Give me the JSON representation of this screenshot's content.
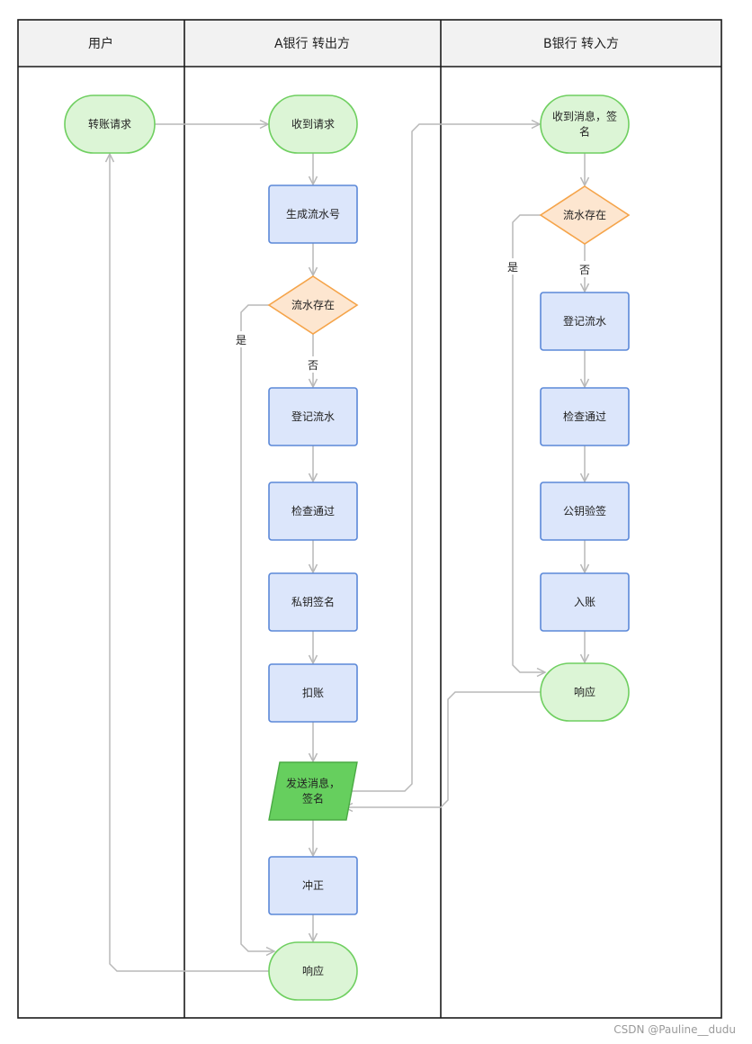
{
  "lanes": [
    {
      "id": "user",
      "title": "用户"
    },
    {
      "id": "bankA",
      "title": "A银行 转出方"
    },
    {
      "id": "bankB",
      "title": "B银行 转入方"
    }
  ],
  "nodes": {
    "u_request": {
      "text": [
        "转账请求"
      ],
      "type": "terminal"
    },
    "a_receive": {
      "text": [
        "收到请求"
      ],
      "type": "terminal"
    },
    "a_gen_serial": {
      "text": [
        "生成流水号"
      ],
      "type": "process"
    },
    "a_serial_exists": {
      "text": [
        "流水存在"
      ],
      "type": "decision"
    },
    "a_register": {
      "text": [
        "登记流水"
      ],
      "type": "process"
    },
    "a_check": {
      "text": [
        "检查通过"
      ],
      "type": "process"
    },
    "a_sign": {
      "text": [
        "私钥签名"
      ],
      "type": "process"
    },
    "a_debit": {
      "text": [
        "扣账"
      ],
      "type": "process"
    },
    "a_send": {
      "text": [
        "发送消息，",
        "签名"
      ],
      "type": "io"
    },
    "a_reverse": {
      "text": [
        "冲正"
      ],
      "type": "process"
    },
    "a_response": {
      "text": [
        "响应"
      ],
      "type": "terminal"
    },
    "b_receive": {
      "text": [
        "收到消息，签",
        "名"
      ],
      "type": "terminal"
    },
    "b_serial_exists": {
      "text": [
        "流水存在"
      ],
      "type": "decision"
    },
    "b_register": {
      "text": [
        "登记流水"
      ],
      "type": "process"
    },
    "b_check": {
      "text": [
        "检查通过"
      ],
      "type": "process"
    },
    "b_verify": {
      "text": [
        "公钥验签"
      ],
      "type": "process"
    },
    "b_credit": {
      "text": [
        "入账"
      ],
      "type": "process"
    },
    "b_response": {
      "text": [
        "响应"
      ],
      "type": "terminal"
    }
  },
  "edges": [
    {
      "id": "u_request-a_receive",
      "from": "u_request",
      "to": "a_receive"
    },
    {
      "id": "a_receive-a_gen_serial",
      "from": "a_receive",
      "to": "a_gen_serial"
    },
    {
      "id": "a_gen_serial-a_serial_exists",
      "from": "a_gen_serial",
      "to": "a_serial_exists"
    },
    {
      "id": "a_serial_exists-a_register",
      "from": "a_serial_exists",
      "to": "a_register",
      "label": "否"
    },
    {
      "id": "a_serial_exists-a_response",
      "from": "a_serial_exists",
      "to": "a_response",
      "label": "是"
    },
    {
      "id": "a_register-a_check",
      "from": "a_register",
      "to": "a_check"
    },
    {
      "id": "a_check-a_sign",
      "from": "a_check",
      "to": "a_sign"
    },
    {
      "id": "a_sign-a_debit",
      "from": "a_sign",
      "to": "a_debit"
    },
    {
      "id": "a_debit-a_send",
      "from": "a_debit",
      "to": "a_send"
    },
    {
      "id": "a_send-b_receive",
      "from": "a_send",
      "to": "b_receive"
    },
    {
      "id": "a_send-a_reverse",
      "from": "a_send",
      "to": "a_reverse"
    },
    {
      "id": "a_reverse-a_response",
      "from": "a_reverse",
      "to": "a_response"
    },
    {
      "id": "a_response-u_request",
      "from": "a_response",
      "to": "u_request"
    },
    {
      "id": "b_receive-b_serial_exists",
      "from": "b_receive",
      "to": "b_serial_exists"
    },
    {
      "id": "b_serial_exists-b_register",
      "from": "b_serial_exists",
      "to": "b_register",
      "label": "否"
    },
    {
      "id": "b_serial_exists-b_response",
      "from": "b_serial_exists",
      "to": "b_response",
      "label": "是"
    },
    {
      "id": "b_register-b_check",
      "from": "b_register",
      "to": "b_check"
    },
    {
      "id": "b_check-b_verify",
      "from": "b_check",
      "to": "b_verify"
    },
    {
      "id": "b_verify-b_credit",
      "from": "b_verify",
      "to": "b_credit"
    },
    {
      "id": "b_credit-b_response",
      "from": "b_credit",
      "to": "b_response"
    },
    {
      "id": "b_response-a_send",
      "from": "b_response",
      "to": "a_send"
    }
  ],
  "colors": {
    "terminal_fill": "#dcf5d6",
    "terminal_stroke": "#6fcf60",
    "process_fill": "#dce6fb",
    "process_stroke": "#5b88d8",
    "decision_fill": "#fde6d0",
    "decision_stroke": "#f5a44a",
    "io_fill": "#66cf5e",
    "io_stroke": "#4aaa44",
    "edge": "#b8b8b8",
    "header_fill": "#f2f2f2",
    "border": "#1a1a1a"
  },
  "watermark": "CSDN @Pauline__dudu"
}
